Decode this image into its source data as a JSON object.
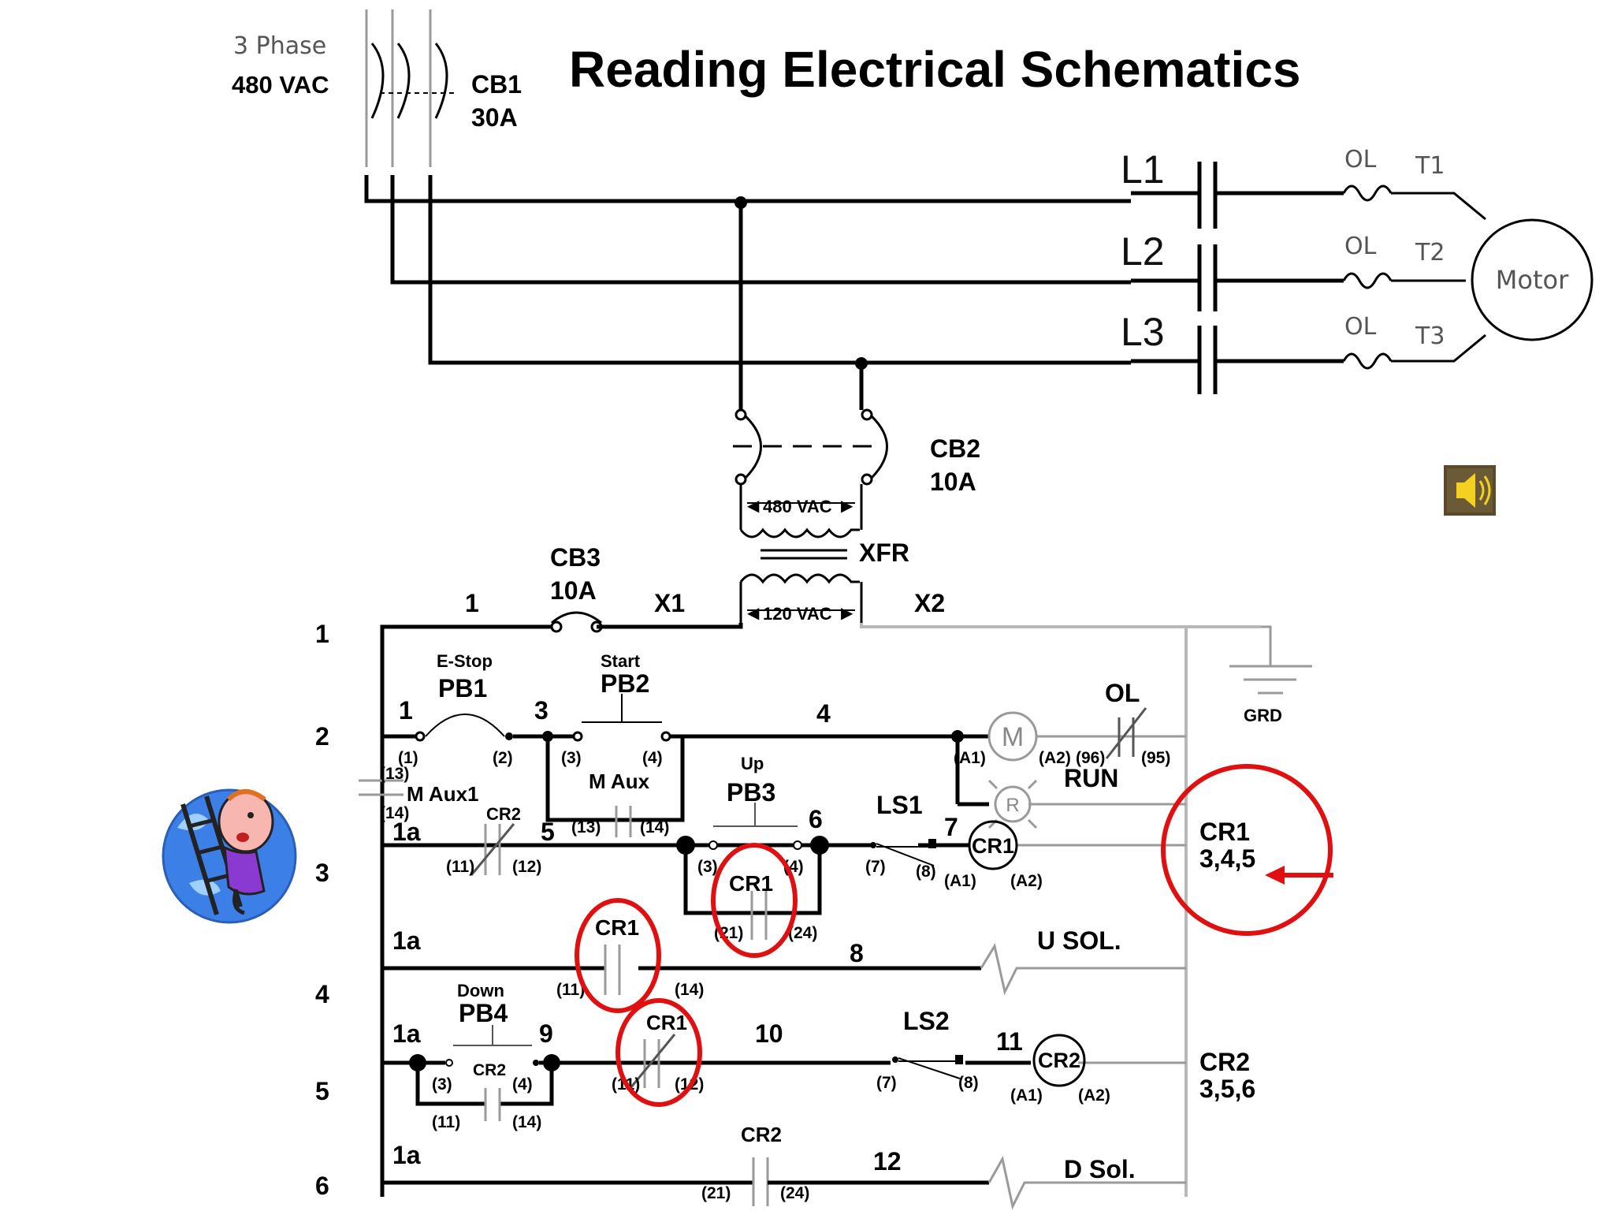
{
  "slide": {
    "title": "Reading Electrical Schematics"
  },
  "power": {
    "phase_label": "3 Phase",
    "voltage_label": "480 VAC",
    "cb1_name": "CB1",
    "cb1_rating": "30A",
    "lines": [
      "L1",
      "L2",
      "L3"
    ],
    "overloads": [
      "OL",
      "OL",
      "OL"
    ],
    "terminals": [
      "T1",
      "T2",
      "T3"
    ],
    "motor_label": "Motor",
    "cb2_name": "CB2",
    "cb2_rating": "10A",
    "primary_voltage": "480 VAC",
    "xfr_label": "XFR",
    "secondary_voltage": "120 VAC",
    "cb3_name": "CB3",
    "cb3_rating": "10A",
    "x1": "X1",
    "x2": "X2",
    "wire_1": "1",
    "grd_label": "GRD"
  },
  "rung_numbers": [
    "1",
    "2",
    "3",
    "4",
    "5",
    "6"
  ],
  "rung2": {
    "pb1_caption": "E-Stop",
    "pb1_name": "PB1",
    "pb2_caption": "Start",
    "pb2_name": "PB2",
    "wire_1": "1",
    "wire_3": "3",
    "wire_4": "4",
    "pb1_t1": "(1)",
    "pb1_t2": "(2)",
    "pb2_t3": "(3)",
    "pb2_t4": "(4)",
    "maux_label": "M Aux",
    "maux_t13": "(13)",
    "maux_t14": "(14)",
    "coil_m": "M",
    "coil_a1": "(A1)",
    "coil_a2": "(A2)",
    "ol_label": "OL",
    "ol_t96": "(96)",
    "ol_t95": "(95)",
    "run_lamp": "R",
    "run_label": "RUN"
  },
  "rung3": {
    "maux1_label": "M Aux1",
    "maux1_t13": "(13)",
    "maux1_t14": "(14)",
    "wire_1a": "1a",
    "cr2_contact": "CR2",
    "cr2_t11": "(11)",
    "cr2_t12": "(12)",
    "wire_5": "5",
    "pb3_caption": "Up",
    "pb3_name": "PB3",
    "pb3_t3": "(3)",
    "pb3_t4": "(4)",
    "wire_6": "6",
    "cr1_contact": "CR1",
    "cr1_t21": "(21)",
    "cr1_t24": "(24)",
    "ls1_name": "LS1",
    "ls1_t7": "(7)",
    "ls1_t8": "(8)",
    "wire_7": "7",
    "coil_cr1": "CR1",
    "coil_a1": "(A1)",
    "coil_a2": "(A2)",
    "xref_name": "CR1",
    "xref_rungs": "3,4,5"
  },
  "rung4": {
    "wire_1a": "1a",
    "cr1_contact": "CR1",
    "cr1_t11": "(11)",
    "cr1_t14": "(14)",
    "wire_8": "8",
    "sol_label": "U SOL."
  },
  "rung5": {
    "pb4_caption": "Down",
    "pb4_name": "PB4",
    "wire_1a": "1a",
    "wire_9": "9",
    "pb4_t3": "(3)",
    "pb4_t4": "(4)",
    "cr2_seal": "CR2",
    "cr2_t11": "(11)",
    "cr2_t14": "(14)",
    "cr1_contact": "CR1",
    "cr1_t11": "(11)",
    "cr1_t12": "(12)",
    "wire_10": "10",
    "ls2_name": "LS2",
    "ls2_t7": "(7)",
    "ls2_t8": "(8)",
    "wire_11": "11",
    "coil_cr2": "CR2",
    "coil_a1": "(A1)",
    "coil_a2": "(A2)",
    "xref_name": "CR2",
    "xref_rungs": "3,5,6"
  },
  "rung6": {
    "wire_1a": "1a",
    "cr2_contact": "CR2",
    "cr2_t21": "(21)",
    "cr2_t24": "(24)",
    "wire_12": "12",
    "sol_label": "D Sol."
  },
  "icons": {
    "speaker": "speaker-icon",
    "character": "climbing-character-icon"
  },
  "colors": {
    "highlight": "#e01010",
    "wire_active": "#000000",
    "wire_inactive": "#b8b8b8"
  }
}
